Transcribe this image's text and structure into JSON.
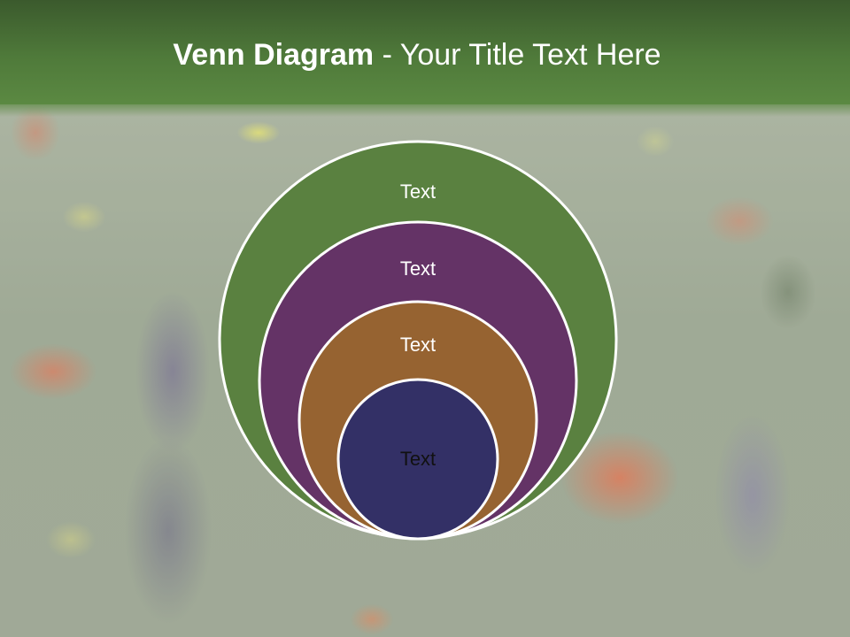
{
  "slide": {
    "title_bold": "Venn Diagram",
    "title_rest": " - Your Title Text Here"
  },
  "diagram": {
    "type": "nested-venn",
    "circles": [
      {
        "label": "Text",
        "fill": "#5a8140",
        "text_color": "#ffffff"
      },
      {
        "label": "Text",
        "fill": "#643366",
        "text_color": "#ffffff"
      },
      {
        "label": "Text",
        "fill": "#966331",
        "text_color": "#ffffff"
      },
      {
        "label": "Text",
        "fill": "#333066",
        "text_color": "#111111"
      }
    ],
    "outline_color": "#ffffff"
  },
  "colors": {
    "title_bar": "#4f7a3a",
    "title_text": "#ffffff"
  }
}
